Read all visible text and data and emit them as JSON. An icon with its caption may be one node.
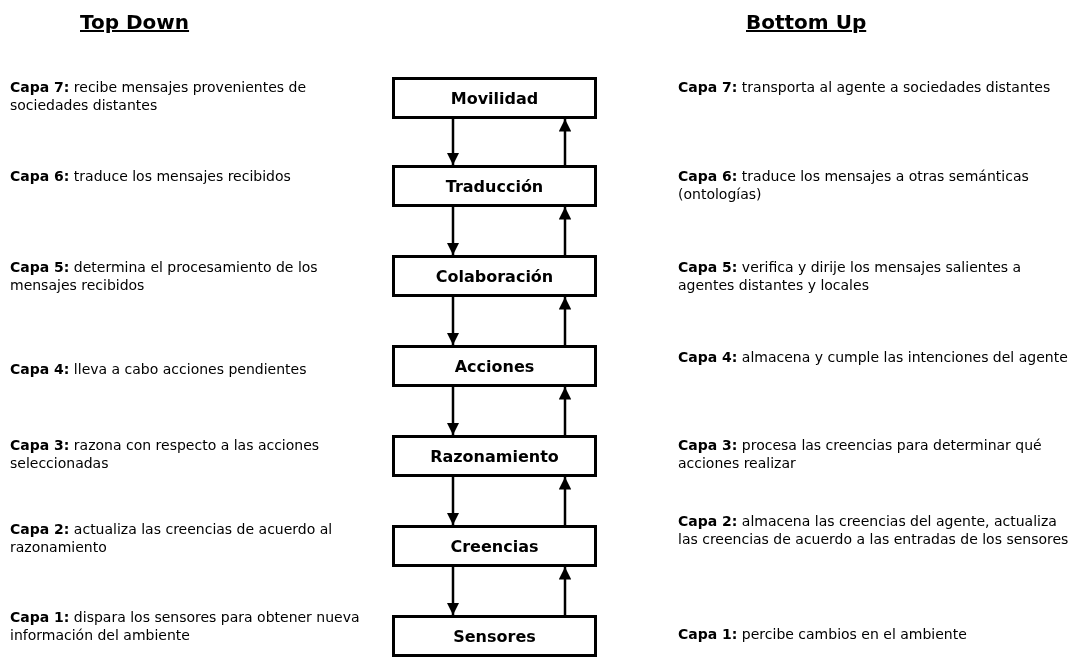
{
  "diagram": {
    "nodes": [
      {
        "text": [
          "Movilidad"
        ]
      },
      {
        "text": [
          "Traducción"
        ]
      },
      {
        "text": [
          "Colaboración"
        ]
      },
      {
        "text": [
          "Acciones"
        ]
      },
      {
        "text": [
          "Razonamiento"
        ]
      },
      {
        "text": [
          "Creencias"
        ]
      },
      {
        "text": [
          "Sensores"
        ]
      }
    ],
    "edges": [
      {
        "from": 0,
        "to": 1,
        "arrow": "to"
      },
      {
        "from": 1,
        "to": 0,
        "arrow": "to"
      },
      {
        "from": 1,
        "to": 2,
        "arrow": "to"
      },
      {
        "from": 2,
        "to": 1,
        "arrow": "to"
      },
      {
        "from": 2,
        "to": 3,
        "arrow": "to"
      },
      {
        "from": 3,
        "to": 2,
        "arrow": "to"
      },
      {
        "from": 3,
        "to": 4,
        "arrow": "to"
      },
      {
        "from": 4,
        "to": 3,
        "arrow": "to"
      },
      {
        "from": 4,
        "to": 5,
        "arrow": "to"
      },
      {
        "from": 5,
        "to": 4,
        "arrow": "to"
      },
      {
        "from": 5,
        "to": 6,
        "arrow": "to"
      },
      {
        "from": 6,
        "to": 5,
        "arrow": "to"
      }
    ],
    "labels": [
      "Top Down",
      "Bottom Up",
      "**Capa 7:** recibe mensajes provenientes de sociedades distantes",
      "**Capa 7:** transporta al agente a sociedades distantes",
      "**Capa 6:** traduce los mensajes recibidos",
      "**Capa 6:** traduce los mensajes a otras semánticas (ontologías)",
      "**Capa 5:** determina el procesamiento de los mensajes recibidos",
      "**Capa 5:** verifica y dirije los mensajes salientes a agentes distantes y locales",
      "**Capa 4:** lleva a cabo acciones pendientes",
      "**Capa 4:** almacena y cumple las intenciones del agente",
      "**Capa 3:** razona con respecto a las acciones seleccionadas",
      "**Capa 3:** procesa las creencias para determinar qué acciones realizar",
      "**Capa 2:** actualiza las creencias de acuerdo al razonamiento",
      "**Capa 2:** almacena las creencias del agente, actualiza las creencias de acuerdo a las entradas de los sensores",
      "**Capa 1:** dispara los sensores para obtener nueva información del ambiente",
      "**Capa 1:** percibe cambios en el ambiente"
    ]
  }
}
